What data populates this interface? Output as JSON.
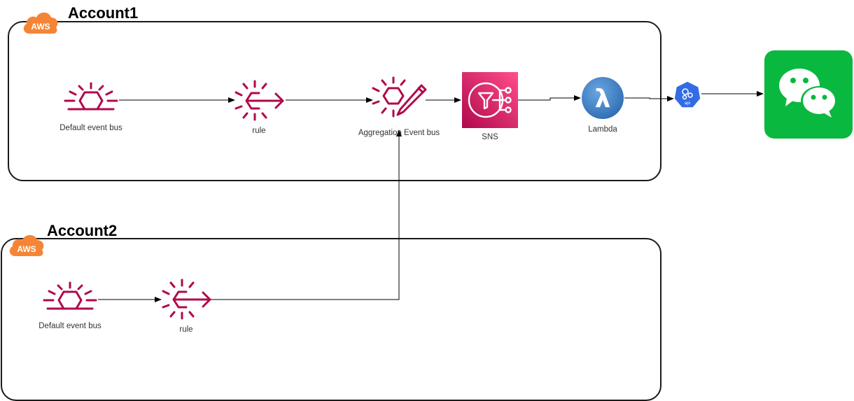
{
  "accounts": [
    {
      "title": "Account1",
      "cloud_label": "AWS"
    },
    {
      "title": "Account2",
      "cloud_label": "AWS"
    }
  ],
  "nodes": {
    "acc1_event_bus": {
      "label": "Default event bus",
      "icon": "eventbridge-event-bus-icon"
    },
    "acc1_rule": {
      "label": "rule",
      "icon": "eventbridge-rule-icon"
    },
    "aggregation_bus": {
      "label": "Aggregation Event bus",
      "icon": "eventbridge-custom-bus-icon"
    },
    "sns": {
      "label": "SNS",
      "icon": "sns-icon"
    },
    "lambda": {
      "label": "Lambda",
      "icon": "lambda-icon"
    },
    "api": {
      "label": "api",
      "icon": "api-gateway-icon"
    },
    "wechat": {
      "label": "",
      "icon": "wechat-icon"
    },
    "acc2_event_bus": {
      "label": "Default event bus",
      "icon": "eventbridge-event-bus-icon"
    },
    "acc2_rule": {
      "label": "rule",
      "icon": "eventbridge-rule-icon"
    }
  },
  "colors": {
    "eventbridge": "#B0084D",
    "sns": "#E7157B",
    "lambda": "#3B7FC4",
    "aws_cloud": "#F58536",
    "wechat": "#09B83E",
    "api": "#326CE5",
    "edge": "#000000"
  }
}
